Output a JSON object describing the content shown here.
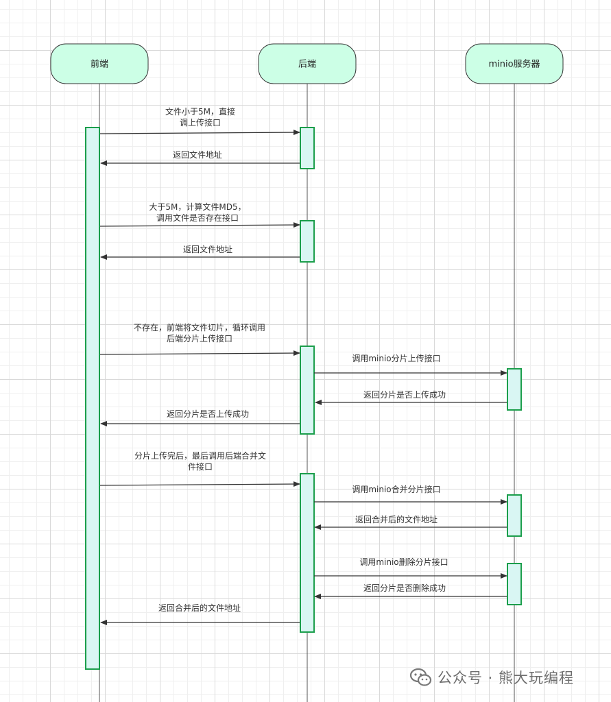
{
  "participants": [
    {
      "id": "frontend",
      "label": "前端"
    },
    {
      "id": "backend",
      "label": "后端"
    },
    {
      "id": "minio",
      "label": "minio服务器"
    }
  ],
  "messages": [
    {
      "id": "m1",
      "from": "frontend",
      "to": "backend",
      "type": "call",
      "lines": [
        "文件小于5M，直接",
        "调上传接口"
      ]
    },
    {
      "id": "m2",
      "from": "backend",
      "to": "frontend",
      "type": "return",
      "lines": [
        "返回文件地址"
      ]
    },
    {
      "id": "m3",
      "from": "frontend",
      "to": "backend",
      "type": "call",
      "lines": [
        "大于5M，计算文件MD5，",
        "调用文件是否存在接口"
      ]
    },
    {
      "id": "m4",
      "from": "backend",
      "to": "frontend",
      "type": "return",
      "lines": [
        "返回文件地址"
      ]
    },
    {
      "id": "m5",
      "from": "frontend",
      "to": "backend",
      "type": "call",
      "lines": [
        "不存在，前端将文件切片，循环调用",
        "后端分片上传接口"
      ]
    },
    {
      "id": "m6",
      "from": "backend",
      "to": "minio",
      "type": "call",
      "lines": [
        "调用minio分片上传接口"
      ]
    },
    {
      "id": "m7",
      "from": "minio",
      "to": "backend",
      "type": "return",
      "lines": [
        "返回分片是否上传成功"
      ]
    },
    {
      "id": "m8",
      "from": "backend",
      "to": "frontend",
      "type": "return",
      "lines": [
        "返回分片是否上传成功"
      ]
    },
    {
      "id": "m9",
      "from": "frontend",
      "to": "backend",
      "type": "call",
      "lines": [
        "分片上传完后，最后调用后端合并文",
        "件接口"
      ]
    },
    {
      "id": "m10",
      "from": "backend",
      "to": "minio",
      "type": "call",
      "lines": [
        "调用minio合并分片接口"
      ]
    },
    {
      "id": "m11",
      "from": "minio",
      "to": "backend",
      "type": "return",
      "lines": [
        "返回合并后的文件地址"
      ]
    },
    {
      "id": "m12",
      "from": "backend",
      "to": "minio",
      "type": "call",
      "lines": [
        "调用minio删除分片接口"
      ]
    },
    {
      "id": "m13",
      "from": "minio",
      "to": "backend",
      "type": "return",
      "lines": [
        "返回分片是否删除成功"
      ]
    },
    {
      "id": "m14",
      "from": "backend",
      "to": "frontend",
      "type": "return",
      "lines": [
        "返回合并后的文件地址"
      ]
    }
  ],
  "colors": {
    "participant_fill": "#ccffe6",
    "participant_stroke": "#333333",
    "activation_fill": "#d9f6f3",
    "activation_stroke": "#1b9e4b",
    "arrow": "#333333",
    "lifeline": "#555555"
  },
  "watermark": {
    "text": "公众号 · 熊大玩编程",
    "icon": "wechat-icon"
  }
}
